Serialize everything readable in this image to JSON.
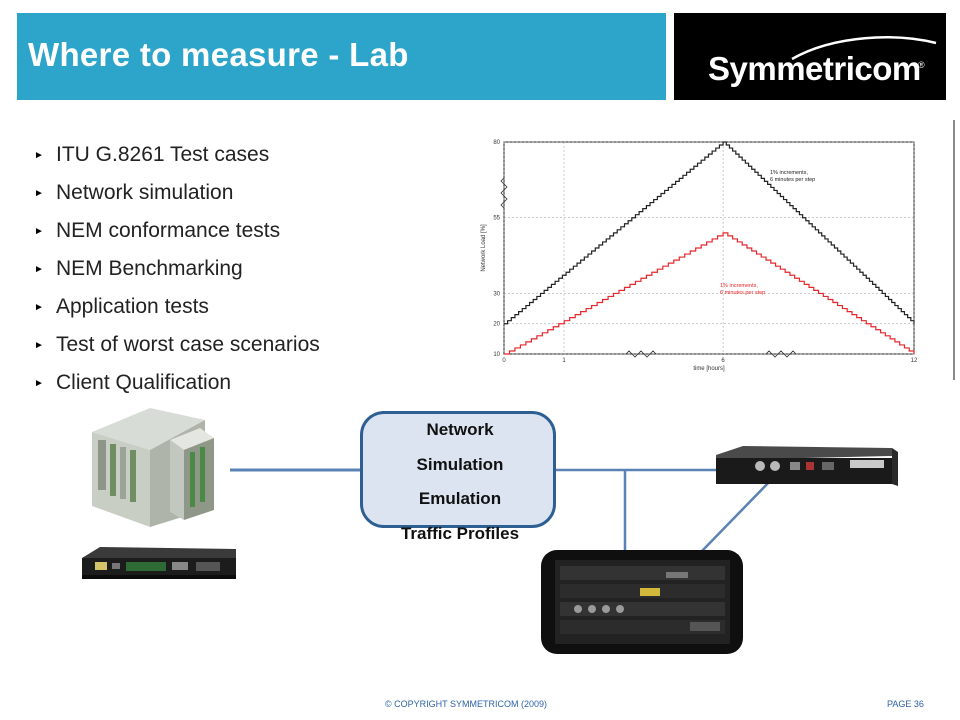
{
  "header": {
    "title": "Where to measure - Lab",
    "title_bg": "#2da4c9",
    "logo_text": "Symmetricom",
    "logo_mark": "®"
  },
  "bullets": [
    "ITU G.8261 Test cases",
    "Network simulation",
    "NEM conformance tests",
    "NEM Benchmarking",
    "Application tests",
    "Test of worst case scenarios",
    "Client Qualification"
  ],
  "bullet_icon": "triangle-right-icon",
  "chart_data": {
    "type": "line",
    "xlabel": "time [hours]",
    "ylabel": "Network Load [%]",
    "x_ticks": [
      "0",
      "1",
      "6",
      "12"
    ],
    "y_ticks": [
      "10",
      "20",
      "30",
      "55",
      "80"
    ],
    "grid": true,
    "series": [
      {
        "color": "#222222",
        "x": [
          "0",
          "6",
          "12"
        ],
        "values": [
          20,
          80,
          20
        ]
      },
      {
        "color": "#e8262b",
        "x": [
          "0",
          "6",
          "12"
        ],
        "values": [
          10,
          50,
          10
        ]
      }
    ],
    "annotations": [
      {
        "text": [
          "1% increments,",
          "6 minutes per step"
        ],
        "series_color": "#222222"
      },
      {
        "text": [
          "1% increments,",
          "6 minutes per step"
        ],
        "series_color": "#e8262b"
      }
    ]
  },
  "network_box": {
    "lines": [
      "Network",
      "Simulation",
      "Emulation",
      "Traffic Profiles"
    ],
    "border_color": "#2d5f93"
  },
  "equipment": {
    "left_rack": "network-equipment-rack-icon",
    "left_device": "rackmount-unit-icon",
    "right_device": "grandmaster-clock-icon",
    "test_set": "portable-test-set-icon"
  },
  "footer": {
    "copyright": "© COPYRIGHT SYMMETRICOM (2009)",
    "page": "PAGE 36"
  }
}
